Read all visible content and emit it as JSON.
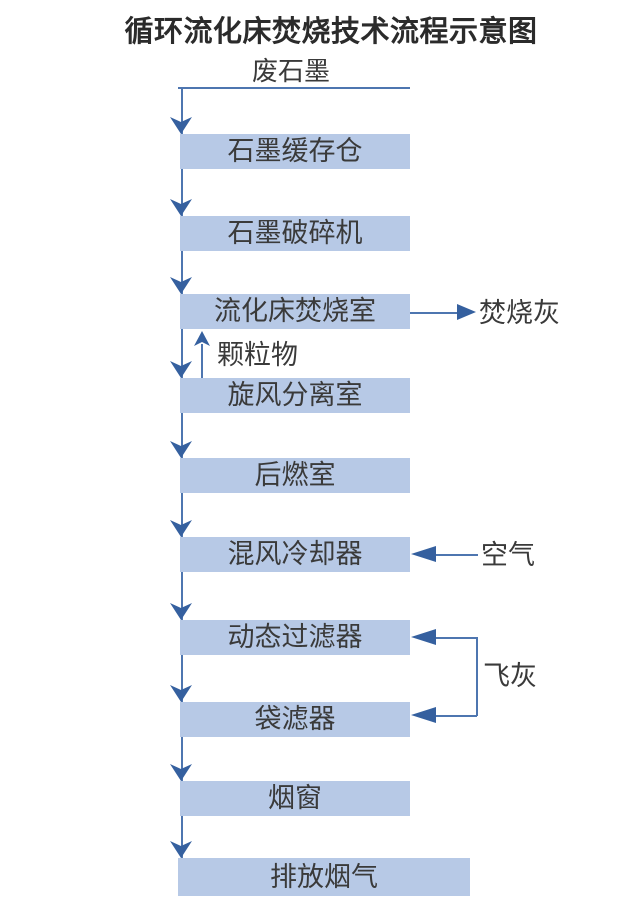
{
  "title": "循环流化床焚烧技术流程示意图",
  "source_label": "废石墨",
  "flow_boxes": [
    {
      "id": "graphite-buffer",
      "label": "石墨缓存仓"
    },
    {
      "id": "graphite-crusher",
      "label": "石墨破碎机"
    },
    {
      "id": "fluidized-bed-chamber",
      "label": "流化床焚烧室"
    },
    {
      "id": "cyclone-separator",
      "label": "旋风分离室"
    },
    {
      "id": "afterburner",
      "label": "后燃室"
    },
    {
      "id": "mixing-cooler",
      "label": "混风冷却器"
    },
    {
      "id": "dynamic-filter",
      "label": "动态过滤器"
    },
    {
      "id": "bag-filter",
      "label": "袋滤器"
    },
    {
      "id": "chimney",
      "label": "烟窗"
    },
    {
      "id": "flue-gas-discharge",
      "label": "排放烟气"
    }
  ],
  "side_labels": {
    "incineration_ash": "焚烧灰",
    "particulate": "颗粒物",
    "air": "空气",
    "fly_ash": "飞灰"
  },
  "colors": {
    "box_fill": "#b7c9e6",
    "line": "#4e76b0",
    "arrowhead": "#35609f",
    "text": "#3a3a3a",
    "title": "#2b2b2b"
  }
}
